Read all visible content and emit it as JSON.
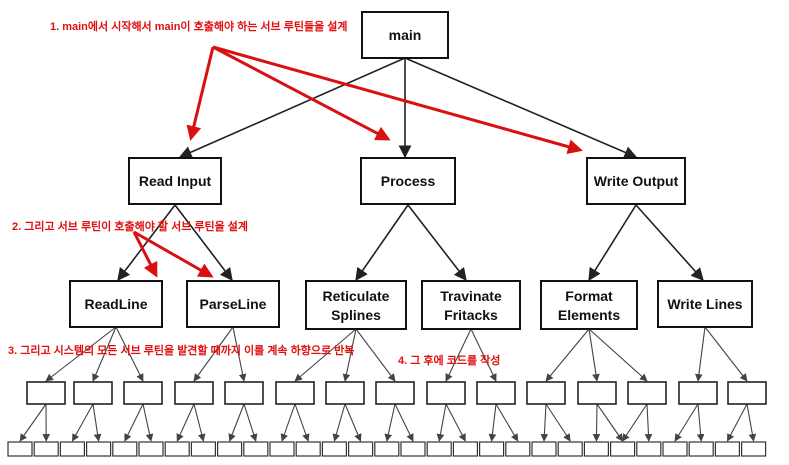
{
  "colors": {
    "annotation": "#e01010",
    "arrow_red": "#d91010",
    "line": "#222222"
  },
  "nodes": {
    "main": "main",
    "read_input": "Read Input",
    "process": "Process",
    "write_output": "Write Output",
    "read_line": "ReadLine",
    "parse_line": "ParseLine",
    "reticulate_1": "Reticulate",
    "reticulate_2": "Splines",
    "travinate_1": "Travinate",
    "travinate_2": "Fritacks",
    "format_1": "Format",
    "format_2": "Elements",
    "write_lines": "Write Lines"
  },
  "annotations": {
    "note1": "1. main에서 시작해서 main이 호출해야 하는 서브 루틴들을 설계",
    "note2": "2. 그리고 서브 루틴이 호출해야 할 서브 루틴을 설계",
    "note3": "3. 그리고 시스템의 모든 서브 루틴을 발견할 때까지 이를 계속 하향으로 반복",
    "note4": "4. 그 후에 코드를 작성"
  }
}
